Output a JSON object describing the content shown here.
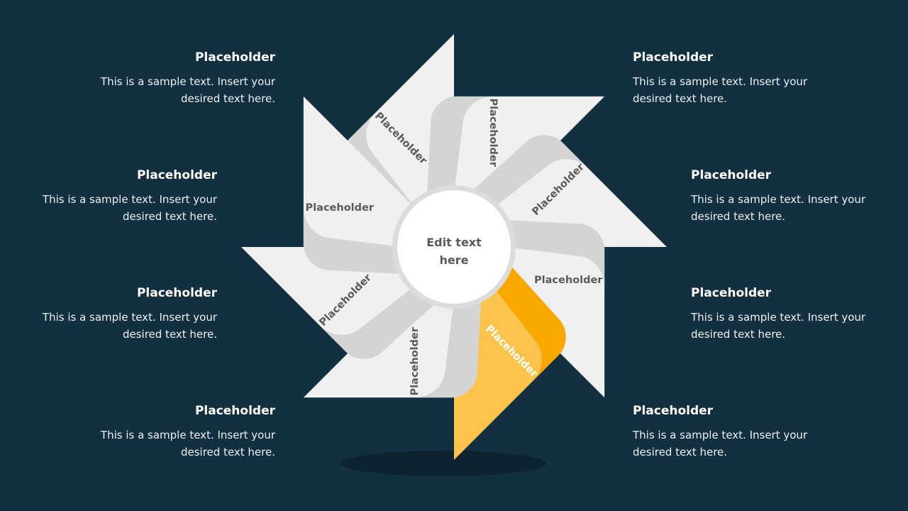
{
  "slide": {
    "background_color": "#12303f",
    "shadow_color": "#0d2330"
  },
  "center": {
    "label_line1": "Edit text",
    "label_line2": "here",
    "fill": "#ffffff",
    "ring": "#dcdcdc",
    "text_color": "#595959"
  },
  "petals": {
    "light_fill": "#f0f0f0",
    "shadow_fill": "#d4d4d4",
    "accent_fill": "#fcc44d",
    "accent_shadow_fill": "#f9a800",
    "items": [
      {
        "id": "petal-n",
        "label": "Placeholder",
        "angle": 0,
        "accent": false
      },
      {
        "id": "petal-ne",
        "label": "Placeholder",
        "angle": 45,
        "accent": false
      },
      {
        "id": "petal-e",
        "label": "Placeholder",
        "angle": 90,
        "accent": false
      },
      {
        "id": "petal-se",
        "label": "Placeholder",
        "angle": 135,
        "accent": false
      },
      {
        "id": "petal-s",
        "label": "Placeholder",
        "angle": 180,
        "accent": true
      },
      {
        "id": "petal-sw",
        "label": "Placeholder",
        "angle": 225,
        "accent": false
      },
      {
        "id": "petal-w",
        "label": "Placeholder",
        "angle": 270,
        "accent": false
      },
      {
        "id": "petal-nw",
        "label": "Placeholder",
        "angle": 315,
        "accent": false
      }
    ]
  },
  "text_blocks": {
    "left": [
      {
        "title": "Placeholder",
        "body": "This is a sample text. Insert your desired text here."
      },
      {
        "title": "Placeholder",
        "body": "This is a sample text. Insert your desired text here."
      },
      {
        "title": "Placeholder",
        "body": "This is a sample text. Insert your desired text here."
      },
      {
        "title": "Placeholder",
        "body": "This is a sample text. Insert your desired text here."
      }
    ],
    "right": [
      {
        "title": "Placeholder",
        "body": "This is a sample text. Insert your desired text here."
      },
      {
        "title": "Placeholder",
        "body": "This is a sample text. Insert your desired text here."
      },
      {
        "title": "Placeholder",
        "body": "This is a sample text. Insert your desired text here."
      },
      {
        "title": "Placeholder",
        "body": "This is a sample text. Insert your desired text here."
      }
    ]
  }
}
